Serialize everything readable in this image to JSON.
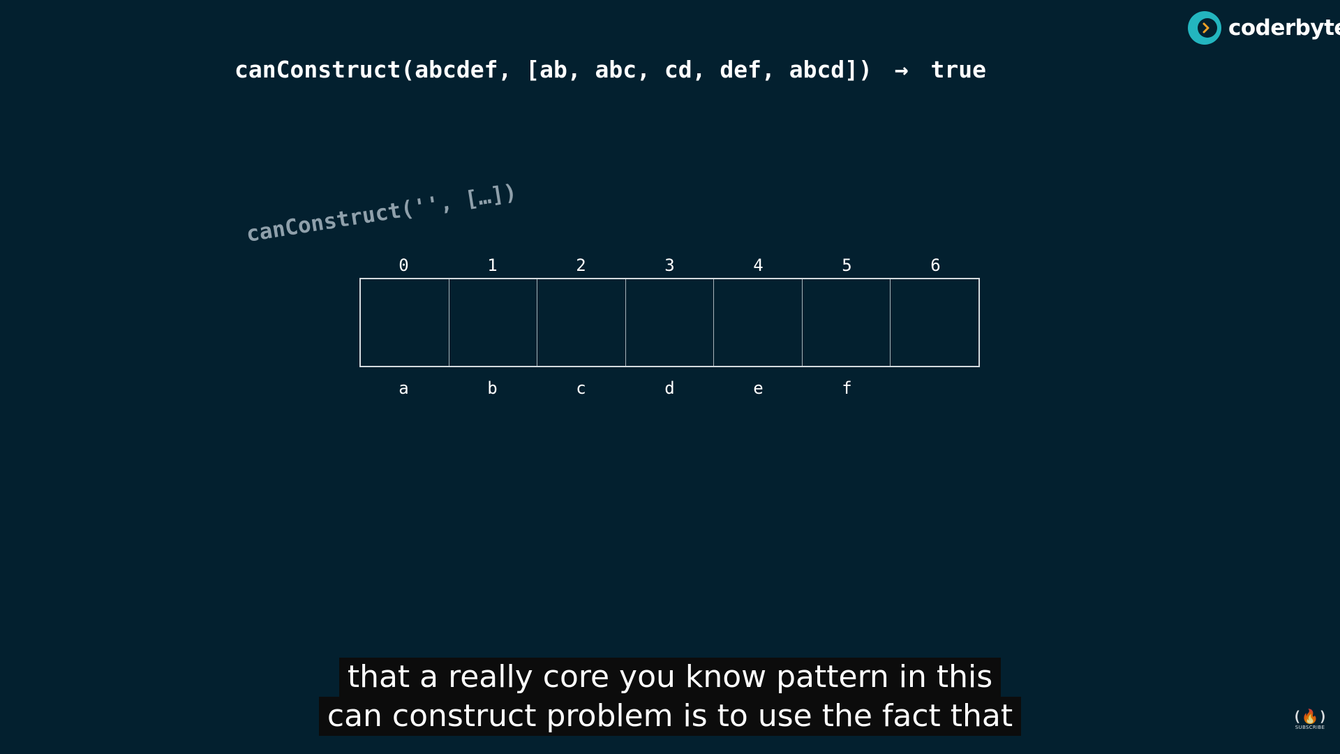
{
  "brand": {
    "name": "coderbyte",
    "accent": "#23b5bf",
    "mark_arrow_color": "#f0a226"
  },
  "header": {
    "call": "canConstruct(abcdef, [ab, abc, cd, def, abcd])",
    "arrow": "→",
    "result": "true"
  },
  "base_case": {
    "label": "canConstruct('', […])"
  },
  "table": {
    "indices": [
      "0",
      "1",
      "2",
      "3",
      "4",
      "5",
      "6"
    ],
    "cells": [
      "",
      "",
      "",
      "",
      "",
      "",
      ""
    ],
    "letters": [
      "a",
      "b",
      "c",
      "d",
      "e",
      "f",
      ""
    ]
  },
  "captions": {
    "line1": "that a really core you know pattern in this",
    "line2": "can construct problem is to use the fact that"
  },
  "badge": {
    "glyph": "(🔥)",
    "label": "SUBSCRIBE"
  }
}
